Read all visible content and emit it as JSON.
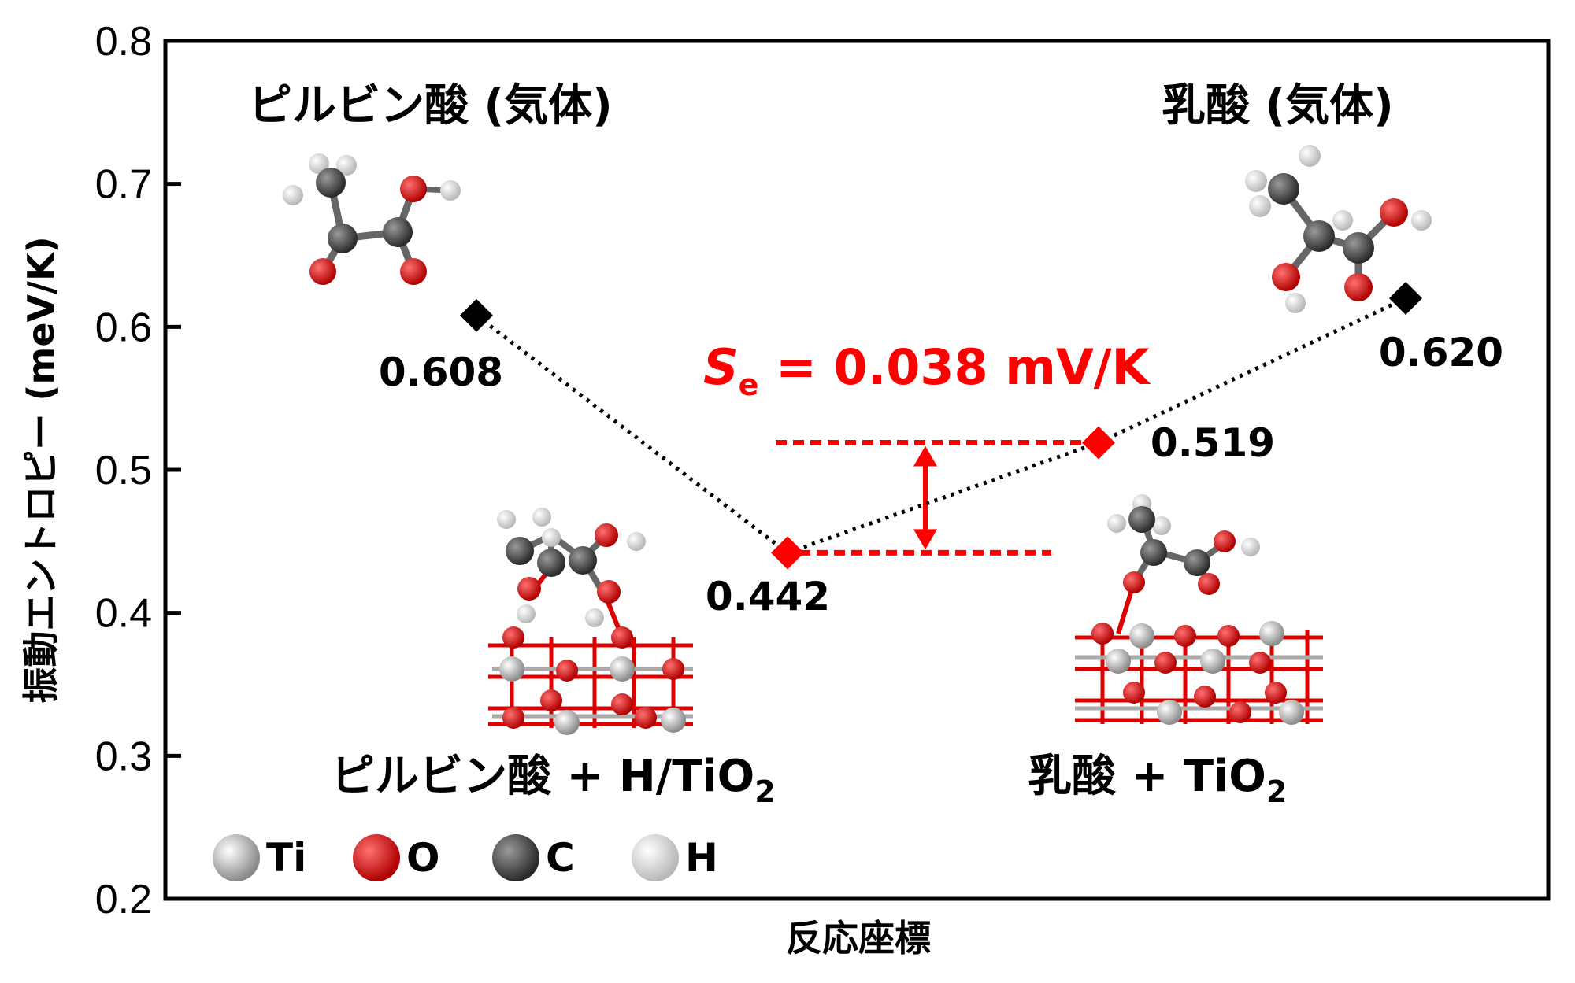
{
  "chart_data": {
    "type": "scatter",
    "ylabel": "振動エントロピー (meV/K)",
    "xlabel": "反応座標",
    "ylim": [
      0.2,
      0.8
    ],
    "yticks": [
      "0.2",
      "0.3",
      "0.4",
      "0.5",
      "0.6",
      "0.7",
      "0.8"
    ],
    "grid": false,
    "points": [
      {
        "x": 1,
        "y": 0.608,
        "label": "0.608",
        "state": "gas",
        "color": "#000000"
      },
      {
        "x": 2,
        "y": 0.442,
        "label": "0.442",
        "state": "adsorbed",
        "color": "#ff0000"
      },
      {
        "x": 3,
        "y": 0.519,
        "label": "0.519",
        "state": "adsorbed",
        "color": "#ff0000"
      },
      {
        "x": 4,
        "y": 0.62,
        "label": "0.620",
        "state": "gas",
        "color": "#000000"
      }
    ],
    "annotations": {
      "pyruvic_gas": "ピルビン酸 (気体)",
      "lactic_gas": "乳酸 (気体)",
      "pyruvic_ads": "ピルビン酸 + H/TiO",
      "lactic_ads": "乳酸 + TiO",
      "subscript": "2",
      "se_symbol": "S",
      "se_sub": "e",
      "se_value": " = 0.038 mV/K"
    },
    "legend": [
      {
        "symbol": "Ti",
        "color": "#c8c8c8"
      },
      {
        "symbol": "O",
        "color": "#e00000"
      },
      {
        "symbol": "C",
        "color": "#555555"
      },
      {
        "symbol": "H",
        "color": "#f2f2f2"
      }
    ],
    "colors": {
      "gas": "#000000",
      "adsorbed": "#ff0000",
      "delta": "#ff0000"
    }
  }
}
